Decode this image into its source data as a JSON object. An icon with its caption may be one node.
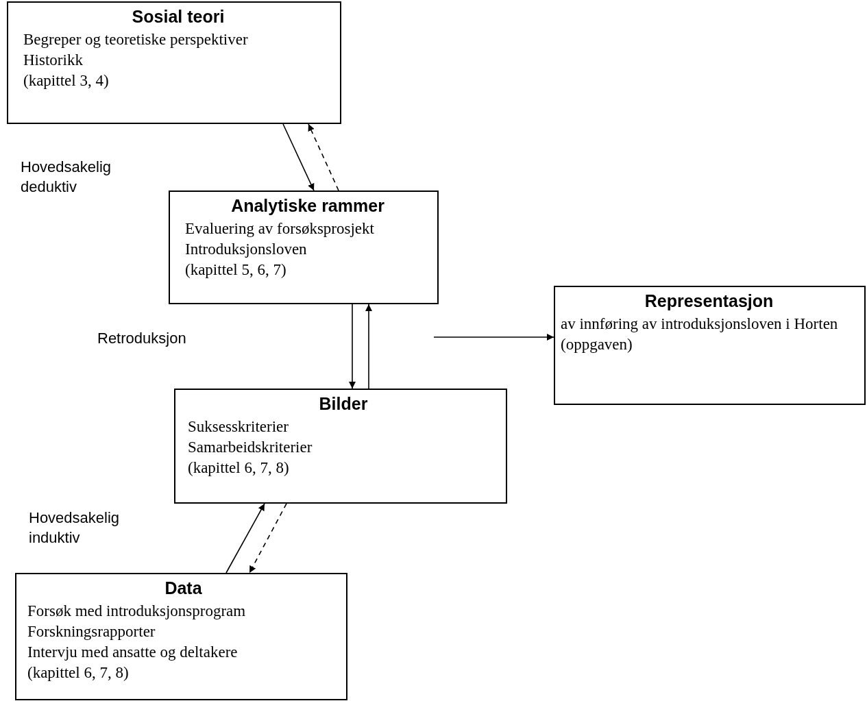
{
  "diagram": {
    "nodes": [
      {
        "text": [
          "Sosial teori",
          "Begreper og teoretiske perspektiver",
          "Historikk",
          "(kapittel 3, 4)"
        ]
      },
      {
        "text": [
          "Analytiske rammer",
          "Evaluering av forsøksprosjekt",
          "Introduksjonsloven",
          "(kapittel 5, 6, 7)"
        ]
      },
      {
        "text": [
          "Representasjon",
          "av innføring av introduksjonsloven i Horten",
          "(oppgaven)"
        ]
      },
      {
        "text": [
          "Bilder",
          "Suksesskriterier",
          "Samarbeidskriterier",
          "(kapittel 6, 7, 8)"
        ]
      },
      {
        "text": [
          "Data",
          "Forsøk med introduksjonsprogram",
          "Forskningsrapporter",
          "Intervju med ansatte og deltakere",
          "(kapittel 6, 7, 8)"
        ]
      }
    ],
    "edges": [
      {
        "from": 0,
        "to": 1,
        "arrow": "to"
      },
      {
        "from": 1,
        "to": 0,
        "arrow": "to",
        "style": "dashed"
      },
      {
        "from": 1,
        "to": 3,
        "arrow": "to"
      },
      {
        "from": 3,
        "to": 1,
        "arrow": "to"
      },
      {
        "from": null,
        "to": 2,
        "arrow": "to"
      },
      {
        "from": 4,
        "to": 3,
        "arrow": "to"
      },
      {
        "from": 3,
        "to": 4,
        "arrow": "to",
        "style": "dashed"
      }
    ],
    "labels": [
      "Hovedsakelig deduktiv",
      "Retroduksjon",
      "Hovedsakelig induktiv"
    ]
  }
}
